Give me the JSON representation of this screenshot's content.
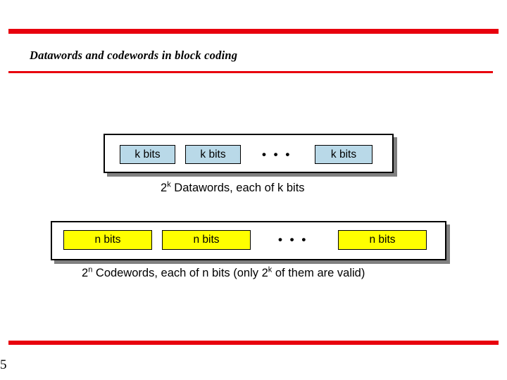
{
  "slide": {
    "title": "Datawords and codewords in block coding",
    "page_number": "5",
    "accent_color": "#e8000d"
  },
  "diagram": {
    "datawords": {
      "cells": [
        {
          "label": "k bits"
        },
        {
          "label": "k bits"
        },
        {
          "label": "k bits"
        }
      ],
      "ellipsis": "• • •",
      "cell_color": "#b9d9e8",
      "caption_prefix": "2",
      "caption_exponent": "k",
      "caption_rest": " Datawords, each of k bits"
    },
    "codewords": {
      "cells": [
        {
          "label": "n bits"
        },
        {
          "label": "n bits"
        },
        {
          "label": "n bits"
        }
      ],
      "ellipsis": "• • •",
      "cell_color": "#ffff00",
      "caption_prefix": "2",
      "caption_exponent": "n",
      "caption_mid": " Codewords, each of n bits (only 2",
      "caption_exponent2": "k",
      "caption_end": " of them are valid)"
    }
  }
}
